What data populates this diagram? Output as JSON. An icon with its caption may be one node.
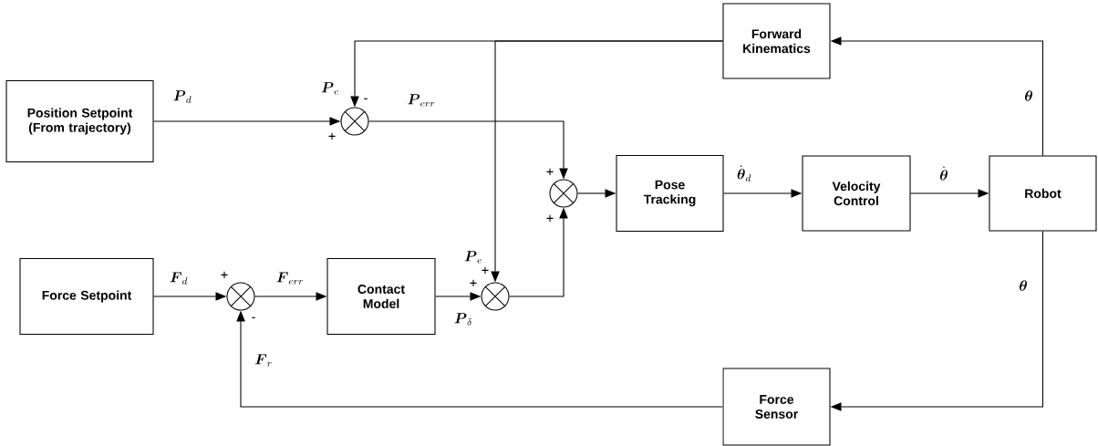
{
  "diagram": {
    "nodes": [
      {
        "text": [
          "Position Setpoint (From trajectory)"
        ]
      },
      {
        "text": [
          "Forward Kinematics"
        ]
      },
      {
        "text": [
          "Pose Tracking"
        ]
      },
      {
        "text": [
          "Velocity Control"
        ]
      },
      {
        "text": [
          "Robot"
        ]
      },
      {
        "text": [
          "Force Setpoint"
        ]
      },
      {
        "text": [
          "Contact Model"
        ]
      },
      {
        "text": [
          "Force Sensor"
        ]
      },
      {
        "text": [],
        "shape": "circle"
      },
      {
        "text": [],
        "shape": "circle"
      },
      {
        "text": [],
        "shape": "circle"
      },
      {
        "text": [],
        "shape": "circle"
      }
    ],
    "edges": [
      {
        "from": 0,
        "to": 9,
        "arrow": "to",
        "label": "\\boldsymbol{P}_{d}"
      },
      {
        "from": 9,
        "to": 11,
        "arrow": "to",
        "label": "\\boldsymbol{P}_{err}"
      },
      {
        "from": 1,
        "to": 9,
        "arrow": "to",
        "label": "\\boldsymbol{P}_{e}"
      },
      {
        "from": 1,
        "to": 10,
        "arrow": "to",
        "label": "\\boldsymbol{P}_{e}"
      },
      {
        "from": 11,
        "to": 2,
        "arrow": "to"
      },
      {
        "from": 2,
        "to": 3,
        "arrow": "to",
        "label": "\\dot{\\boldsymbol{\\theta}}_{d}"
      },
      {
        "from": 3,
        "to": 4,
        "arrow": "to",
        "label": "\\dot{\\boldsymbol{\\theta}}"
      },
      {
        "from": 4,
        "to": 1,
        "arrow": "to",
        "label": "\\boldsymbol{\\theta}"
      },
      {
        "from": 4,
        "to": 7,
        "arrow": "to",
        "label": "\\boldsymbol{\\theta}"
      },
      {
        "from": 7,
        "to": 8,
        "arrow": "to",
        "label": "\\boldsymbol{F}_{r}"
      },
      {
        "from": 5,
        "to": 8,
        "arrow": "to",
        "label": "\\boldsymbol{F}_{d}"
      },
      {
        "from": 8,
        "to": 6,
        "arrow": "to",
        "label": "\\boldsymbol{F}_{err}"
      },
      {
        "from": 6,
        "to": 10,
        "arrow": "to",
        "label": "\\boldsymbol{P}_{\\delta}"
      },
      {
        "from": 10,
        "to": 11,
        "arrow": "to"
      }
    ],
    "labels": [
      "-",
      "+",
      "+",
      "+",
      "+",
      "+",
      "+",
      "-"
    ]
  }
}
